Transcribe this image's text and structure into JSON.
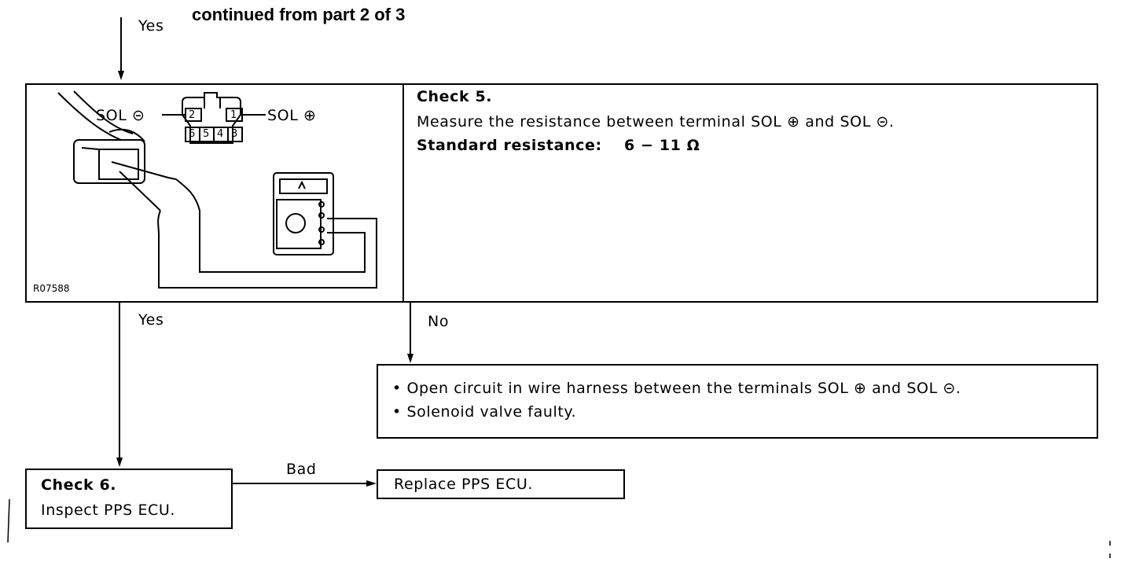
{
  "header": {
    "continued": "continued from part 2 of 3"
  },
  "flow": {
    "yes_top": "Yes",
    "yes_mid": "Yes",
    "no": "No",
    "bad": "Bad"
  },
  "check5": {
    "title": "Check 5.",
    "text": "Measure the resistance between terminal SOL ⊕ and SOL ⊝.",
    "standard_label": "Standard resistance:",
    "standard_value": "6 − 11 Ω"
  },
  "illustration": {
    "sol_minus": "SOL ⊝",
    "sol_plus": "SOL ⊕",
    "pin_top_left": "2",
    "pin_top_right": "1",
    "pins_bottom": [
      "6",
      "5",
      "4",
      "3"
    ],
    "code": "R07588"
  },
  "no_result": {
    "items": [
      "Open circuit in wire harness between the terminals SOL ⊕ and SOL ⊝.",
      "Solenoid valve faulty."
    ]
  },
  "check6": {
    "title": "Check 6.",
    "text": "Inspect PPS ECU."
  },
  "replace": {
    "text": "Replace PPS ECU."
  }
}
